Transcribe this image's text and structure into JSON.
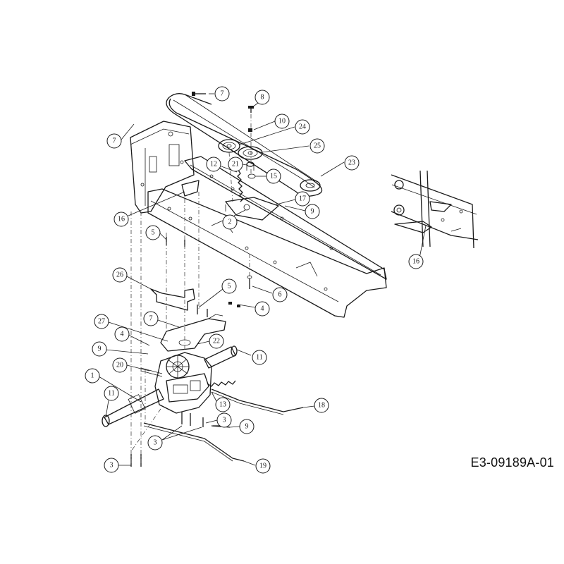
{
  "drawing_code": "E3-09189A-01",
  "highlight_color": "#f5e27a",
  "callouts": [
    {
      "label": "7"
    },
    {
      "label": "8"
    },
    {
      "label": "7"
    },
    {
      "label": "10"
    },
    {
      "label": "24"
    },
    {
      "label": "25"
    },
    {
      "label": "23"
    },
    {
      "label": "12"
    },
    {
      "label": "21"
    },
    {
      "label": "15"
    },
    {
      "label": "17",
      "highlighted": true
    },
    {
      "label": "9"
    },
    {
      "label": "2"
    },
    {
      "label": "16"
    },
    {
      "label": "16"
    },
    {
      "label": "5"
    },
    {
      "label": "6"
    },
    {
      "label": "26"
    },
    {
      "label": "5"
    },
    {
      "label": "4"
    },
    {
      "label": "7"
    },
    {
      "label": "27"
    },
    {
      "label": "4"
    },
    {
      "label": "22"
    },
    {
      "label": "9"
    },
    {
      "label": "11"
    },
    {
      "label": "20"
    },
    {
      "label": "1"
    },
    {
      "label": "11"
    },
    {
      "label": "13"
    },
    {
      "label": "18"
    },
    {
      "label": "3"
    },
    {
      "label": "9"
    },
    {
      "label": "3"
    },
    {
      "label": "3"
    },
    {
      "label": "19"
    }
  ]
}
